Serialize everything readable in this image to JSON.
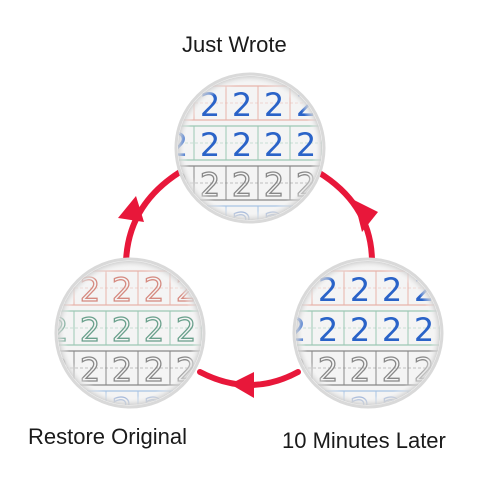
{
  "labels": {
    "just_wrote": "Just Wrote",
    "restore_original": "Restore Original",
    "ten_minutes_later": "10 Minutes Later"
  },
  "digit": "2",
  "colors": {
    "arrow": "#e8173a",
    "ink_fresh": "#2a63c8",
    "ink_faded_red": "#d58a80",
    "ink_faded_green": "#6aa08c",
    "grid_gray": "#888888",
    "lens_rim": "#d9d9d9"
  }
}
